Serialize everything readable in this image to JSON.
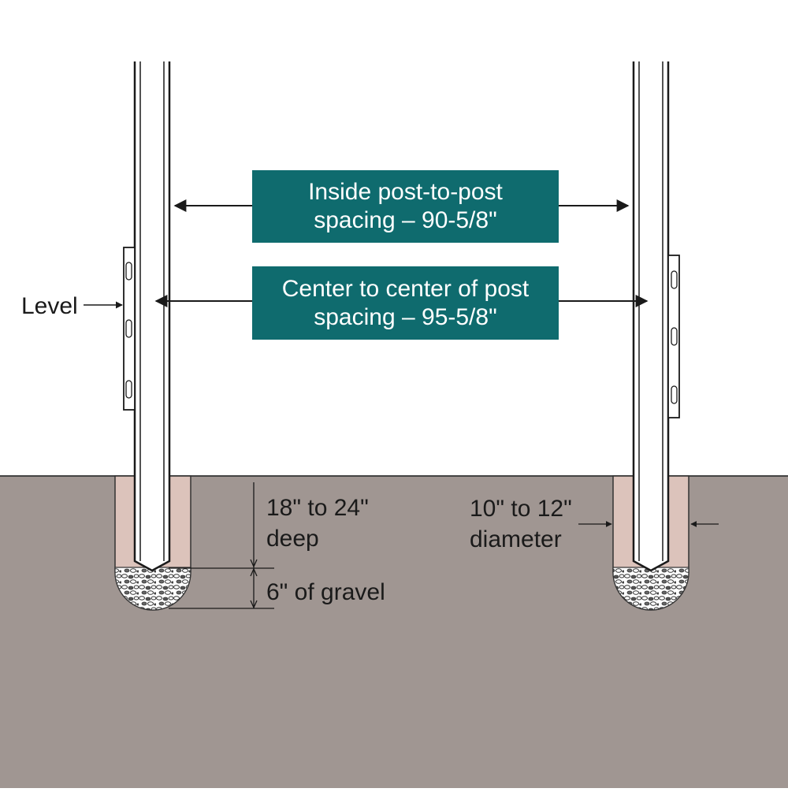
{
  "labels": {
    "inside_spacing_line1": "Inside post-to-post",
    "inside_spacing_line2": "spacing – 90-5/8\"",
    "center_spacing_line1": "Center to center of post",
    "center_spacing_line2": "spacing – 95-5/8\"",
    "level": "Level",
    "depth_line1": "18\" to 24\"",
    "depth_line2": "deep",
    "gravel": "6\" of gravel",
    "diameter_line1": "10\" to 12\"",
    "diameter_line2": "diameter"
  },
  "colors": {
    "box_fill": "#0f6b6e",
    "ground": "#a09692",
    "hole": "#dcc3bb",
    "post": "#ffffff",
    "line": "#1a1a1a"
  }
}
